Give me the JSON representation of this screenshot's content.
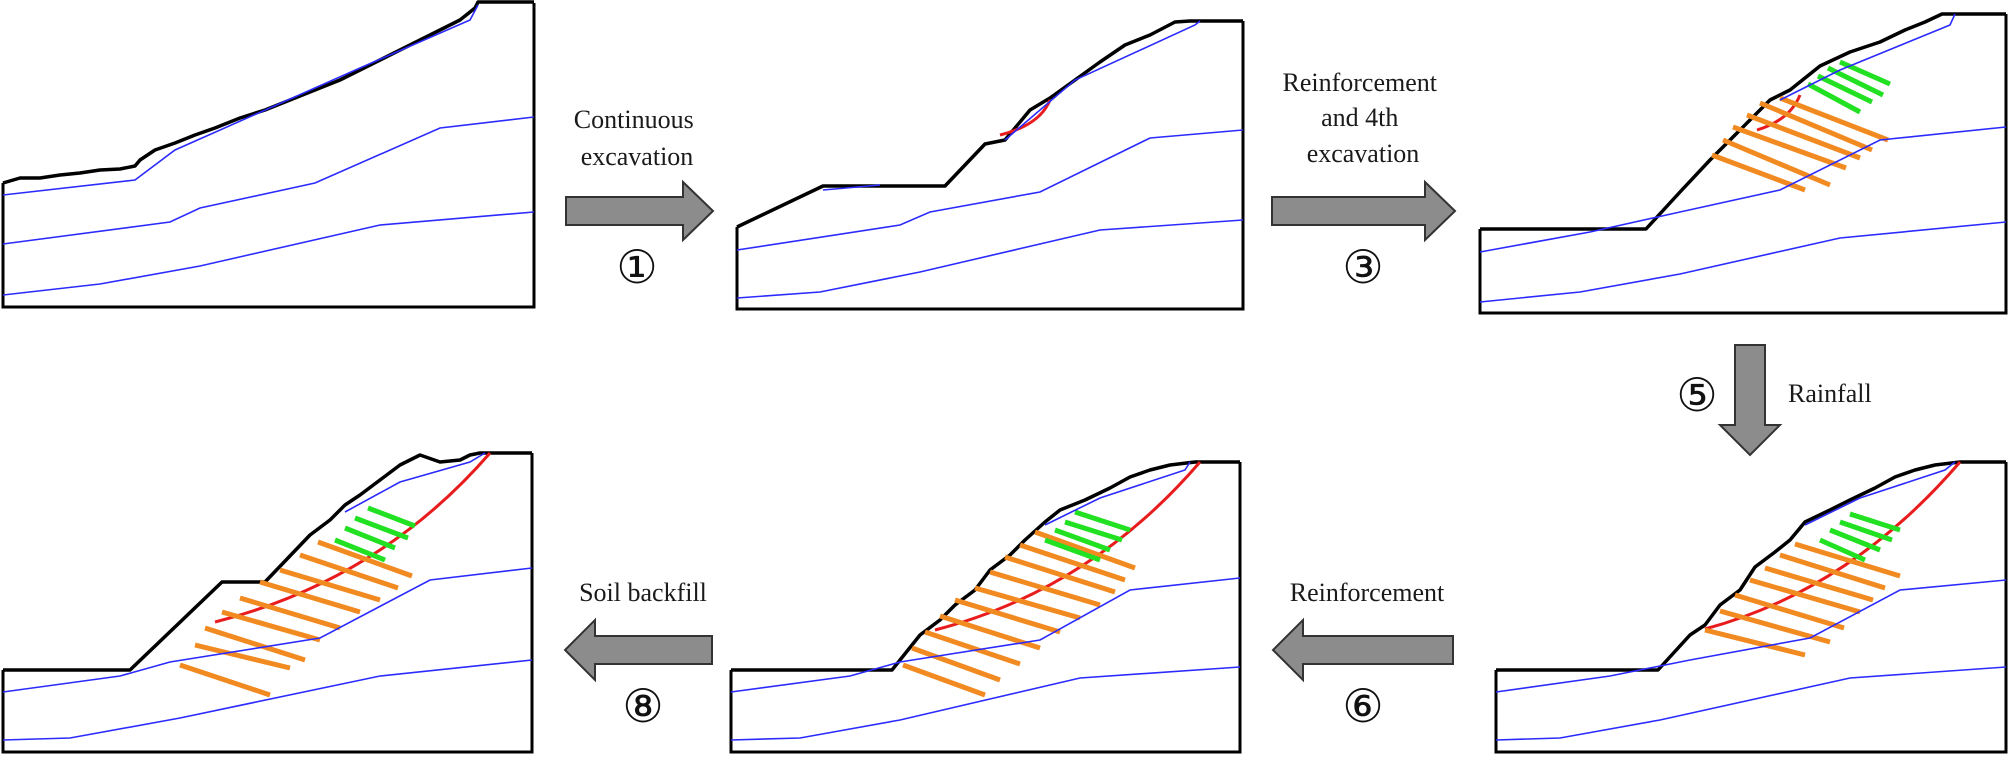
{
  "diagram": {
    "stages": [
      {
        "id": "s1",
        "label": "Continuous excavation",
        "number": "①"
      },
      {
        "id": "s3",
        "label": "Reinforcement and 4th excavation",
        "number": "③"
      },
      {
        "id": "s5",
        "label": "Rainfall",
        "number": "⑤"
      },
      {
        "id": "s6",
        "label": "Reinforcement",
        "number": "⑥"
      },
      {
        "id": "s8",
        "label": "Soil backfill",
        "number": "⑧"
      }
    ],
    "label_lines": {
      "s1": [
        "Continuous",
        "excavation"
      ],
      "s3": [
        "Reinforcement",
        "and 4th",
        "excavation"
      ],
      "s5": [
        "Rainfall"
      ],
      "s6": [
        "Reinforcement"
      ],
      "s8": [
        "Soil backfill"
      ]
    },
    "colors": {
      "ground": "#000000",
      "layers": "#2b2bff",
      "slip_surface": "#e81c1c",
      "anchors_orange": "#f28a22",
      "anchors_green": "#22e022",
      "arrow": "#8c8c8c"
    }
  }
}
